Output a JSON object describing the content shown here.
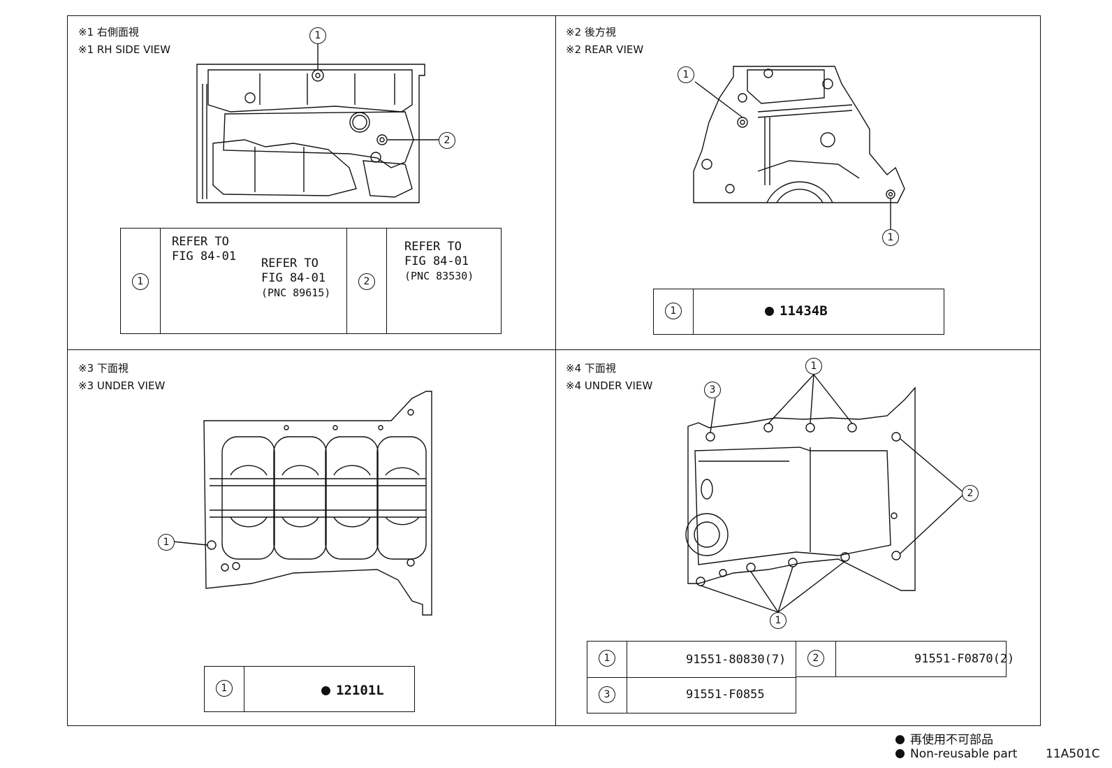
{
  "views": {
    "v1": {
      "jp": "※1 右側面視",
      "en": "※1 RH SIDE VIEW"
    },
    "v2": {
      "jp": "※2 後方視",
      "en": "※2 REAR VIEW"
    },
    "v3": {
      "jp": "※3 下面視",
      "en": "※3 UNDER VIEW"
    },
    "v4": {
      "jp": "※4 下面視",
      "en": "※4 UNDER VIEW"
    }
  },
  "callouts": {
    "one": "1",
    "two": "2",
    "three": "3"
  },
  "table1": {
    "ref_a_line1": "REFER TO",
    "ref_a_line2": "FIG 84-01",
    "ref_b_line1": "REFER TO",
    "ref_b_line2": "FIG 84-01",
    "ref_b_pnc": "(PNC 89615)",
    "ref_c_line1": "REFER TO",
    "ref_c_line2": "FIG 84-01",
    "ref_c_pnc": "(PNC 83530)"
  },
  "table2": {
    "part": "11434B"
  },
  "table3": {
    "part": "12101L"
  },
  "table4": {
    "part1": "91551-80830(7)",
    "part2": "91551-F0870(2)",
    "part3": "91551-F0855"
  },
  "footer": {
    "legend_jp": "再使用不可部品",
    "legend_en": "Non-reusable part",
    "code": "11A501C"
  }
}
